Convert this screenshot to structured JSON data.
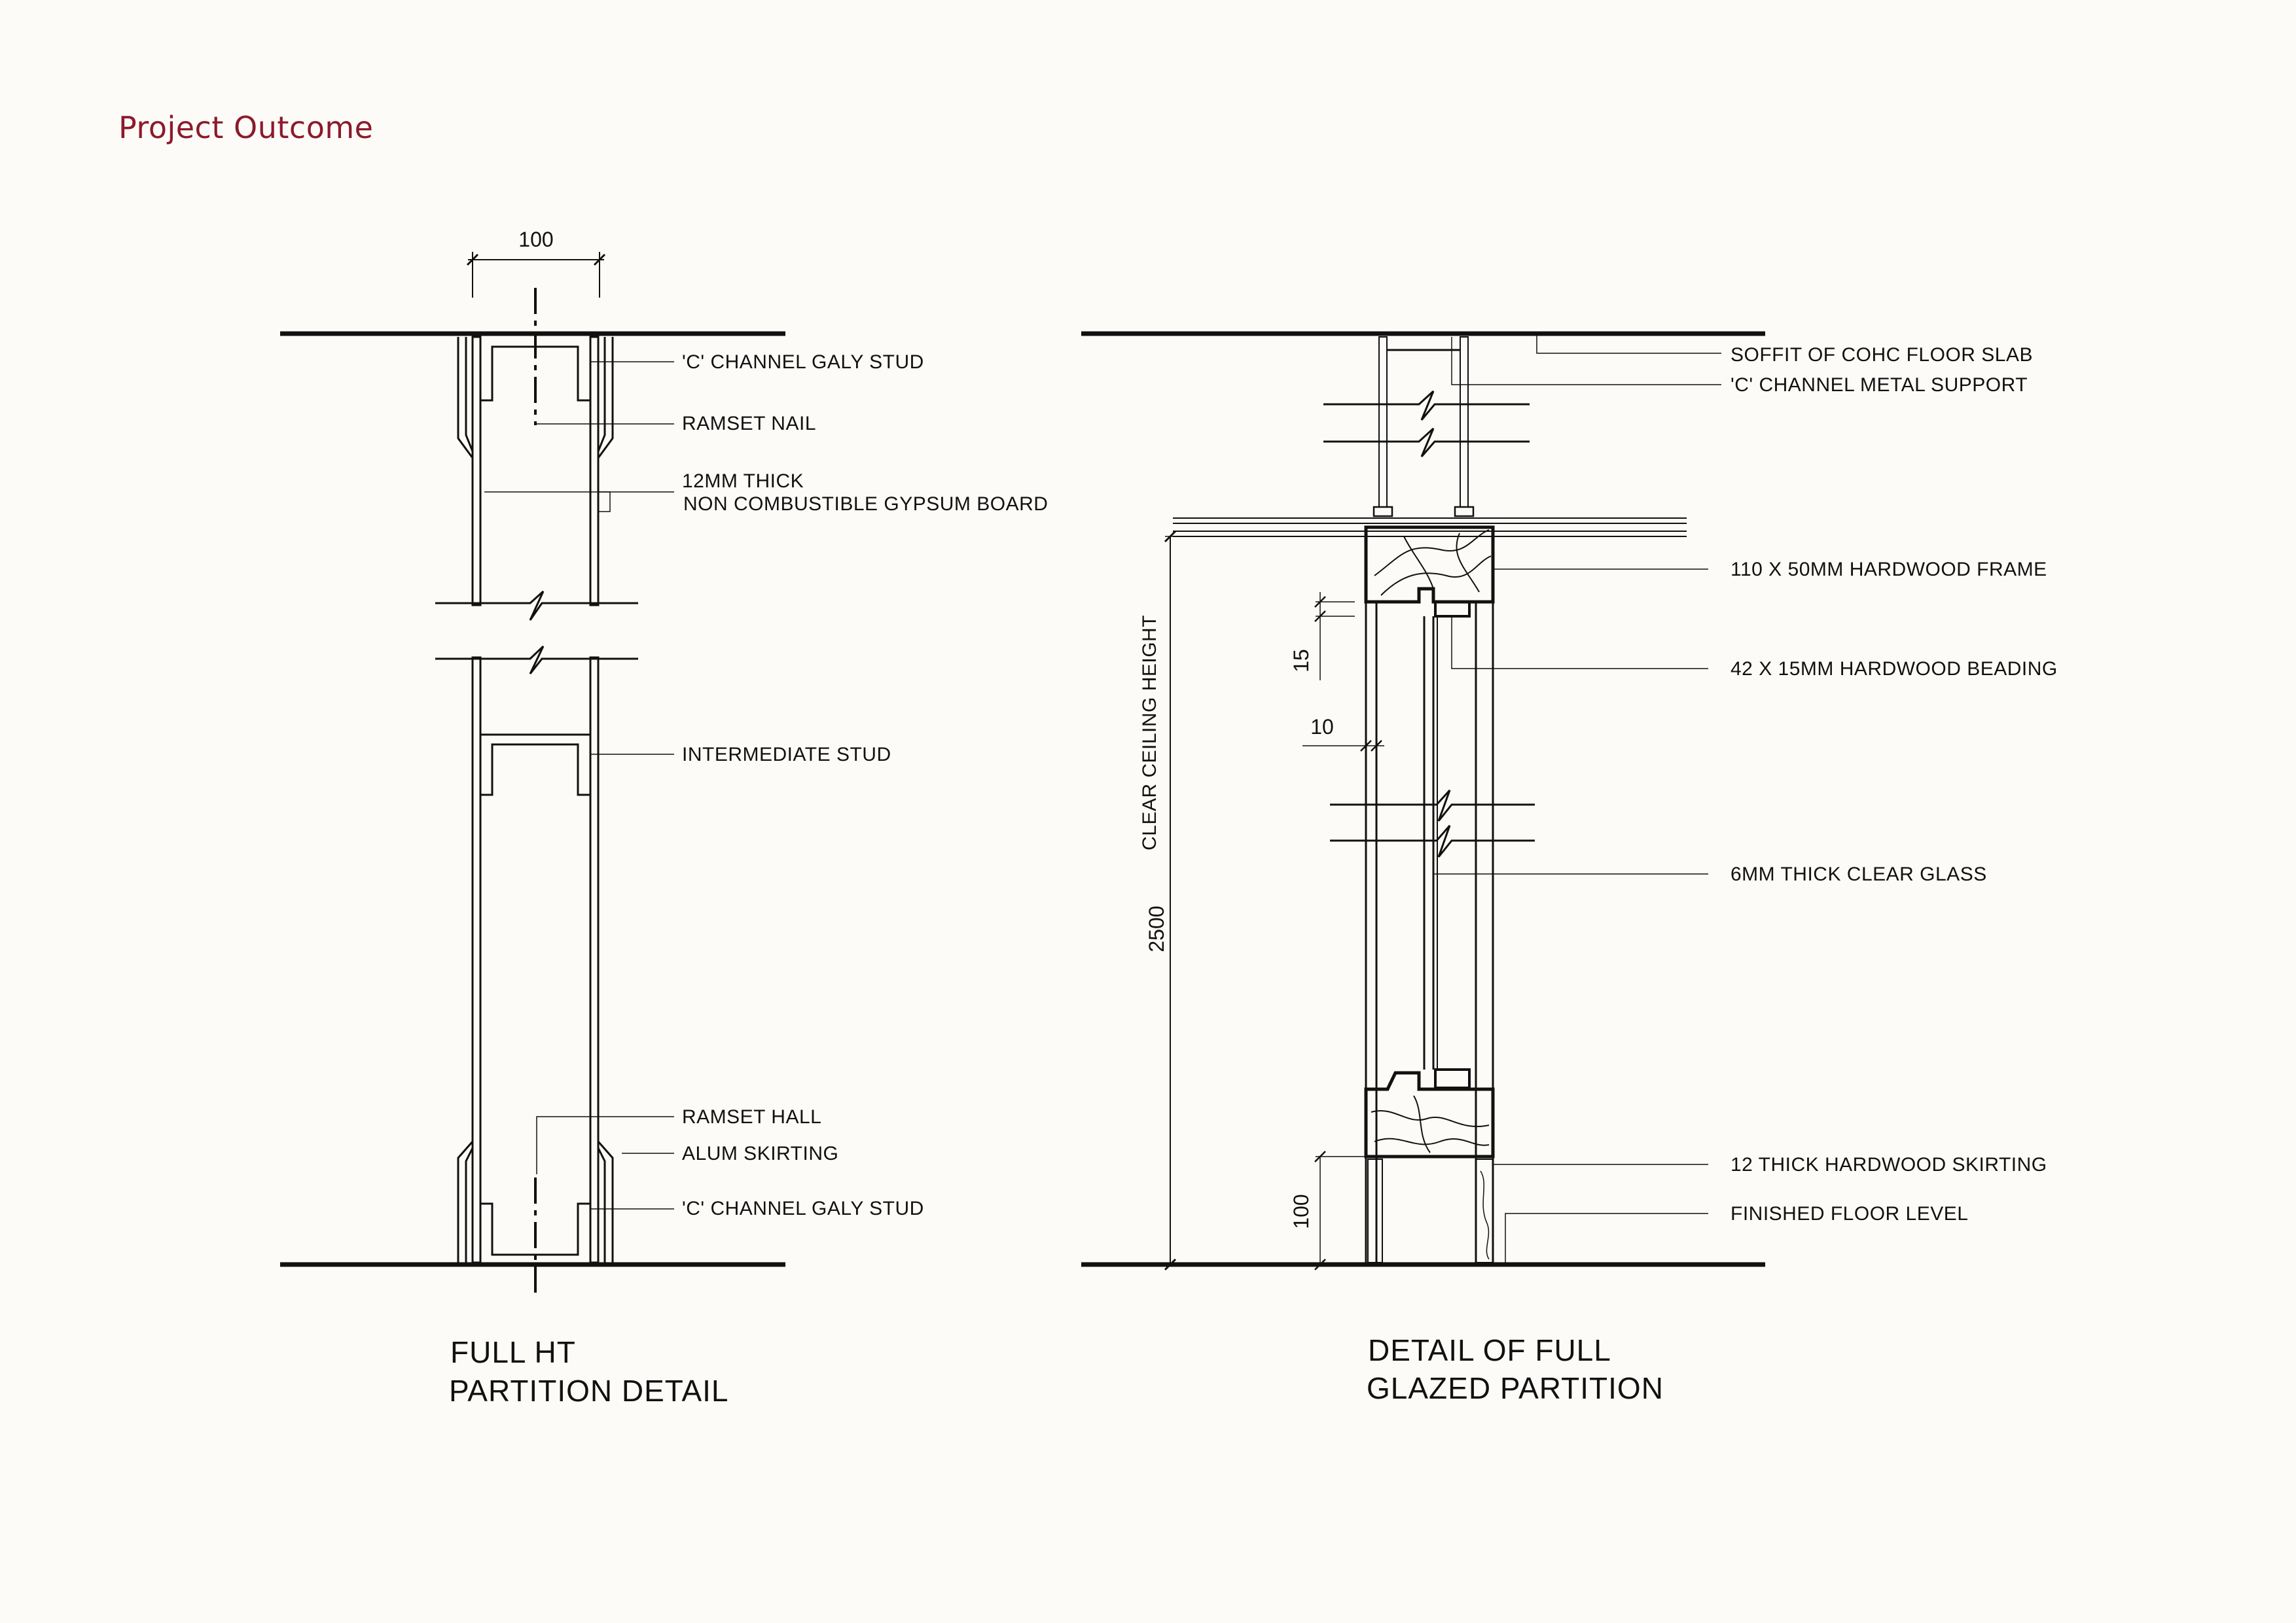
{
  "page": {
    "title": "Project Outcome",
    "accent_color": "#8b1a2b",
    "background_color": "#fdfbf7"
  },
  "left_detail": {
    "caption_line1": "FULL HT",
    "caption_line2": "PARTITION DETAIL",
    "dimension_width": "100",
    "labels": {
      "c_channel_top": "'C' CHANNEL GALY STUD",
      "ramset_nail": "RAMSET NAIL",
      "gypsum_line1": "12MM THICK",
      "gypsum_line2": "NON COMBUSTIBLE GYPSUM BOARD",
      "intermediate_stud": "INTERMEDIATE STUD",
      "ramset_hall": "RAMSET HALL",
      "alum_skirting": "ALUM SKIRTING",
      "c_channel_bottom": "'C' CHANNEL GALY STUD"
    }
  },
  "right_detail": {
    "caption_line1": "DETAIL OF FULL",
    "caption_line2": "GLAZED PARTITION",
    "dim_height": "2500",
    "dim_height_label": "CLEAR CEILING HEIGHT",
    "dim_beading": "15",
    "dim_gap": "10",
    "dim_skirting": "100",
    "labels": {
      "soffit": "SOFFIT OF COHC FLOOR SLAB",
      "metal_support": "'C' CHANNEL METAL SUPPORT",
      "frame": "110 X 50MM HARDWOOD FRAME",
      "beading": "42 X 15MM HARDWOOD BEADING",
      "glass": "6MM THICK CLEAR GLASS",
      "skirting": "12 THICK HARDWOOD SKIRTING",
      "floor_level": "FINISHED FLOOR LEVEL"
    }
  }
}
